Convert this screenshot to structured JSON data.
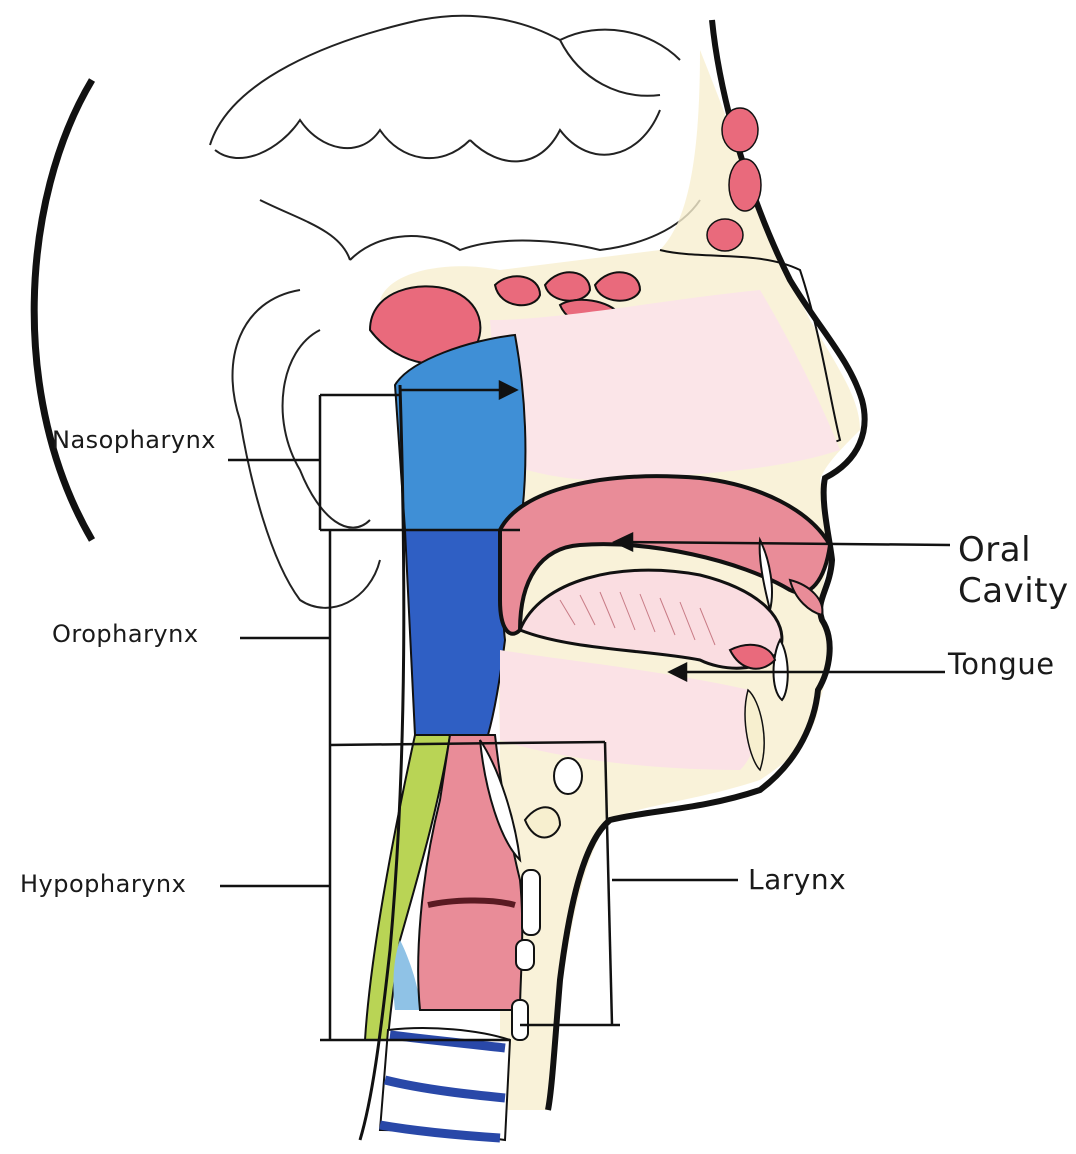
{
  "diagram": {
    "labels": {
      "nasopharynx": "Nasopharynx",
      "oropharynx": "Oropharynx",
      "hypopharynx": "Hypopharynx",
      "larynx": "Larynx",
      "oral_line1": "Oral",
      "oral_line2": "Cavity",
      "tongue": "Tongue"
    },
    "colors": {
      "nasopharynx": "#3f8fd6",
      "oropharynx": "#2f5fc4",
      "airway_pink": "#e98c98",
      "sinus_red": "#e96a7c",
      "skin_cream": "#f7efcf",
      "esophagus_green": "#b9d455",
      "trachea_blue": "#2948a8",
      "ink": "#111111"
    }
  }
}
